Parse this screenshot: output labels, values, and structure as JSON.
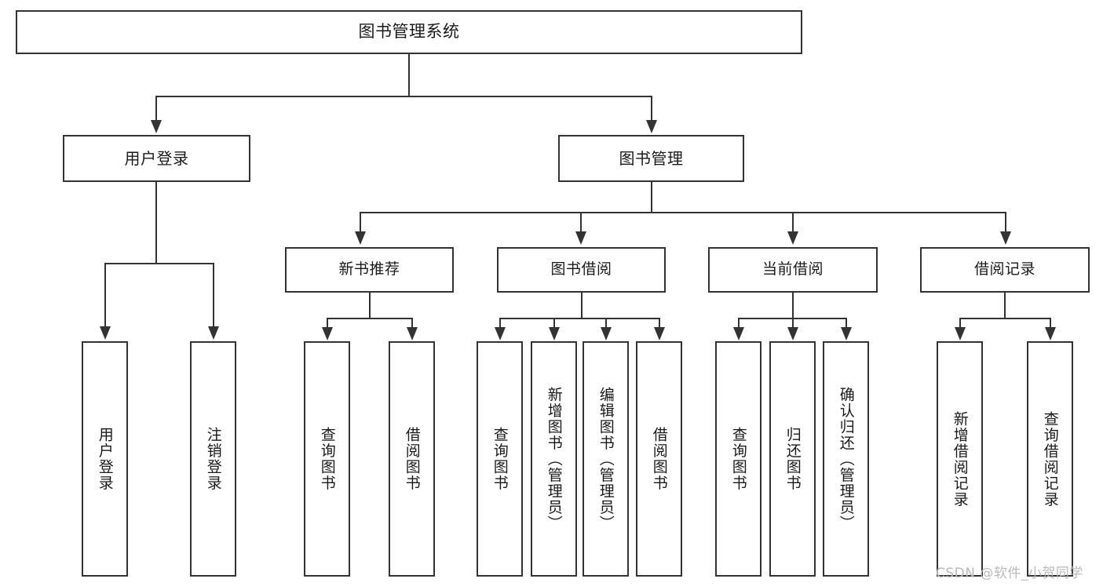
{
  "diagram": {
    "title": "图书管理系统",
    "watermark": "CSDN @软件_小贺同学",
    "colors": {
      "stroke": "#333333",
      "box_fill": "#ffffff",
      "text": "#1a1a1a",
      "watermark": "#b9b9b9",
      "background": "#ffffff"
    },
    "root": {
      "label": "图书管理系统"
    },
    "level1": [
      {
        "label": "用户登录"
      },
      {
        "label": "图书管理"
      }
    ],
    "level2": [
      {
        "label": "新书推荐"
      },
      {
        "label": "图书借阅"
      },
      {
        "label": "当前借阅"
      },
      {
        "label": "借阅记录"
      }
    ],
    "leaves": {
      "user_login": [
        {
          "label": "用户登录"
        },
        {
          "label": "注销登录"
        }
      ],
      "new_book_recommend": [
        {
          "label": "查询图书"
        },
        {
          "label": "借阅图书"
        }
      ],
      "book_borrow": [
        {
          "label": "查询图书"
        },
        {
          "label": "新增图书（管理员）"
        },
        {
          "label": "编辑图书（管理员）"
        },
        {
          "label": "借阅图书"
        }
      ],
      "current_borrow": [
        {
          "label": "查询图书"
        },
        {
          "label": "归还图书"
        },
        {
          "label": "确认归还（管理员）"
        }
      ],
      "borrow_record": [
        {
          "label": "新增借阅记录"
        },
        {
          "label": "查询借阅记录"
        }
      ]
    }
  }
}
